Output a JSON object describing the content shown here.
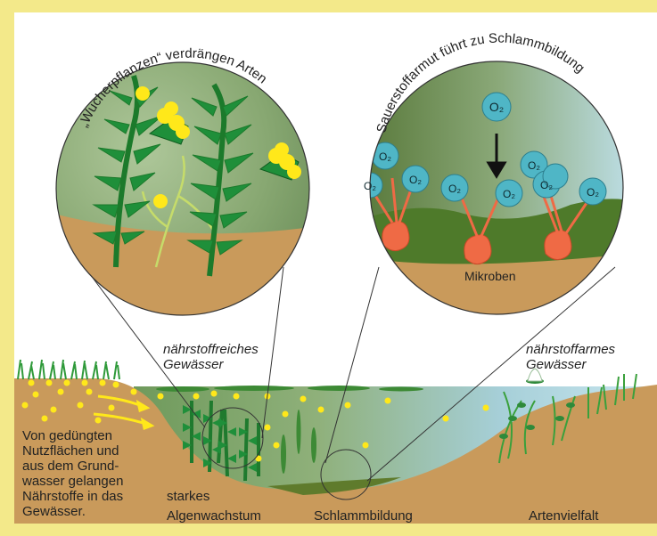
{
  "colors": {
    "frame": "#f3e98a",
    "background": "#ffffff",
    "soil": "#c99a5b",
    "water": "#bfe0ec",
    "plant": "#1f8f3a",
    "nutrient_dot": "#ffe81a",
    "microbe": "#ef6a45",
    "oxygen_bubble": "#4fb6c6"
  },
  "lens_left": {
    "arc_text": "„Wucherpflanzen“ verdrängen Arten"
  },
  "lens_right": {
    "arc_text": "Sauerstoffarmut führt zu Schlammbildung",
    "oxygen_label": "O₂",
    "microbes_label": "Mikroben"
  },
  "labels": {
    "nutrient_rich_line1": "nährstoffreiches",
    "nutrient_rich_line2": "Gewässer",
    "nutrient_poor_line1": "nährstoffarmes",
    "nutrient_poor_line2": "Gewässer",
    "source_lines": [
      "Von gedüngten",
      "Nutzflächen und",
      "aus dem Grund-",
      "wasser gelangen",
      "Nährstoffe in das",
      "Gewässer."
    ],
    "algae_line1": "starkes",
    "algae_line2": "Algenwachstum",
    "sludge": "Schlammbildung",
    "diversity": "Artenvielfalt"
  }
}
